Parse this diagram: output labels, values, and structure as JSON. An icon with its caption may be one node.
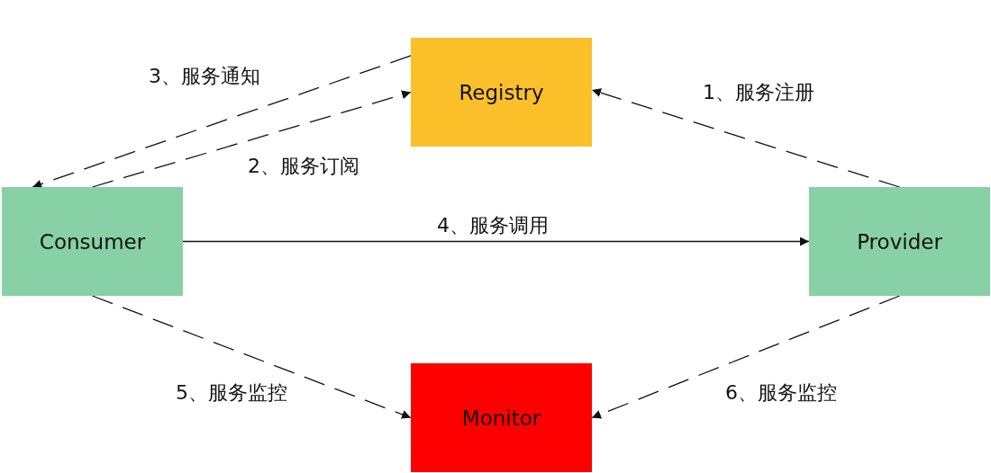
{
  "diagram": {
    "nodes": [
      {
        "text": [
          "Registry"
        ]
      },
      {
        "text": [
          "Consumer"
        ]
      },
      {
        "text": [
          "Provider"
        ]
      },
      {
        "text": [
          "Monitor"
        ]
      }
    ],
    "edges": [
      {
        "from": 2,
        "to": 0,
        "arrow": "to",
        "label": "1、服务注册",
        "style": "dashed"
      },
      {
        "from": 1,
        "to": 0,
        "arrow": "to",
        "label": "2、服务订阅",
        "style": "dashed"
      },
      {
        "from": 0,
        "to": 1,
        "arrow": "to",
        "label": "3、服务通知",
        "style": "dashed"
      },
      {
        "from": 1,
        "to": 2,
        "arrow": "to",
        "label": "4、服务调用"
      },
      {
        "from": 1,
        "to": 3,
        "arrow": "to",
        "label": "5、服务监控",
        "style": "dashed"
      },
      {
        "from": 2,
        "to": 3,
        "arrow": "to",
        "label": "6、服务监控",
        "style": "dashed"
      }
    ]
  }
}
